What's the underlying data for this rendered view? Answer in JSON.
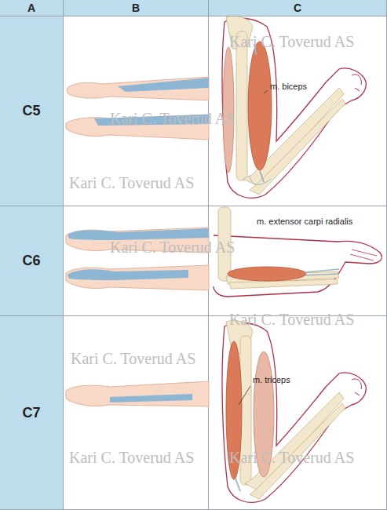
{
  "diagram": {
    "nodes": [
      {
        "text": [
          "A"
        ]
      },
      {
        "text": [
          "B"
        ]
      },
      {
        "text": [
          "C"
        ]
      },
      {
        "text": [
          "C5"
        ]
      },
      {
        "text": [
          "C6"
        ]
      },
      {
        "text": [
          "C7"
        ]
      }
    ],
    "labels": [
      "Kari C. Toverud AS",
      "m. biceps",
      "Kari C. Toverud AS",
      "Kari C. Toverud AS",
      "m. extensor carpi radialis",
      "Kari C. Toverud AS",
      "Kari C. Toverud AS",
      "m. triceps",
      "Kari C. Toverud AS",
      "Kari C. Toverud AS",
      "Kari C. Toverud AS"
    ]
  }
}
